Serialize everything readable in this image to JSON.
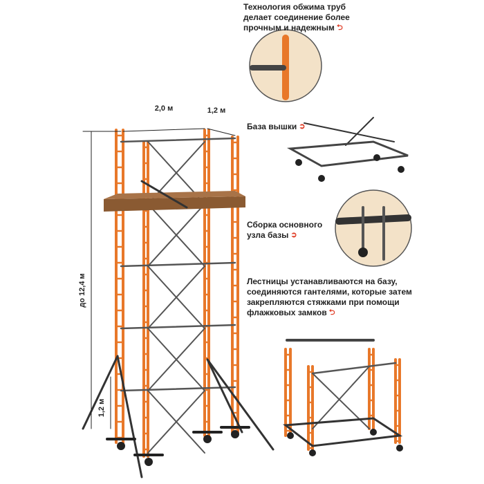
{
  "captions": {
    "crimping": "Технология обжима труб делает соединение более прочным и надежным",
    "crimping_lines": [
      "Технология обжима труб",
      "делает соединение более",
      "прочным и надежным"
    ],
    "base": "База вышки",
    "assembly_lines": [
      "Сборка основного",
      "узла базы"
    ],
    "ladders_lines": [
      "Лестницы устанавливаются на базу,",
      "соединяются гантелями, которые затем",
      "закрепляются стяжками при помощи",
      "флажковых замков"
    ]
  },
  "dimensions": {
    "length": "2,0 м",
    "width": "1,2 м",
    "height": "до 12,4 м",
    "step": "1,2 м"
  },
  "colors": {
    "frame": "#e8782a",
    "steel": "#555555",
    "platform": "#8a5a32",
    "arrow": "#e0402a"
  }
}
